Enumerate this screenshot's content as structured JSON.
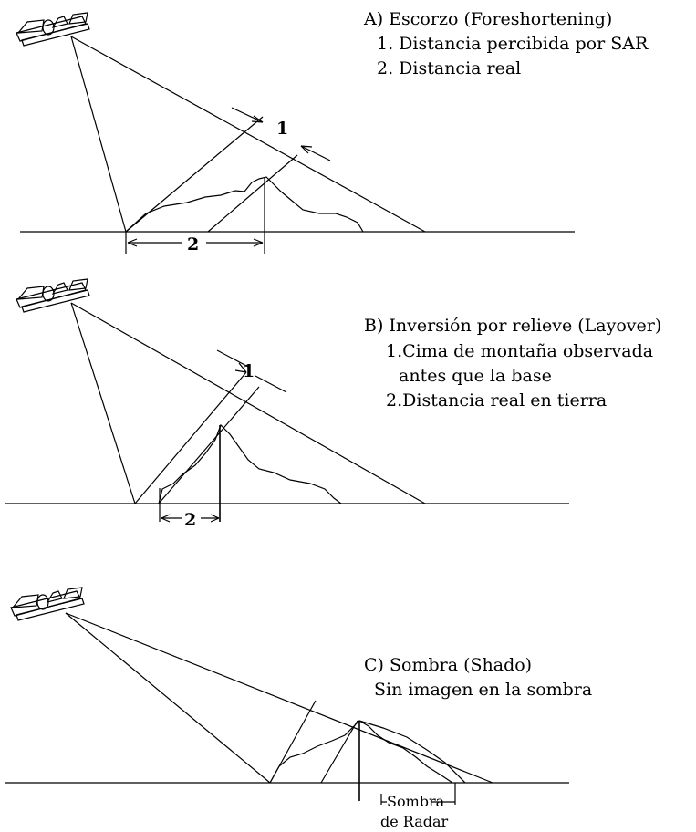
{
  "panel_a": {
    "title": "A) Escorzo (Foreshortening)",
    "item1": "1. Distancia percibida por SAR",
    "item2": "2. Distancia real",
    "marker1": "1",
    "marker2": "2"
  },
  "panel_b": {
    "title": "B) Inversión por relieve (Layover)",
    "item1_line1": "1.Cima de montaña observada",
    "item1_line2": "antes que la base",
    "item2": "2.Distancia real en tierra",
    "marker1": "1",
    "marker2": "2"
  },
  "panel_c": {
    "title": "C) Sombra (Shado)",
    "subtitle": "Sin imagen en la sombra",
    "shadow_label_line1": "Sombra",
    "shadow_label_line2": "de Radar"
  },
  "icons": [
    "satellite-icon"
  ]
}
